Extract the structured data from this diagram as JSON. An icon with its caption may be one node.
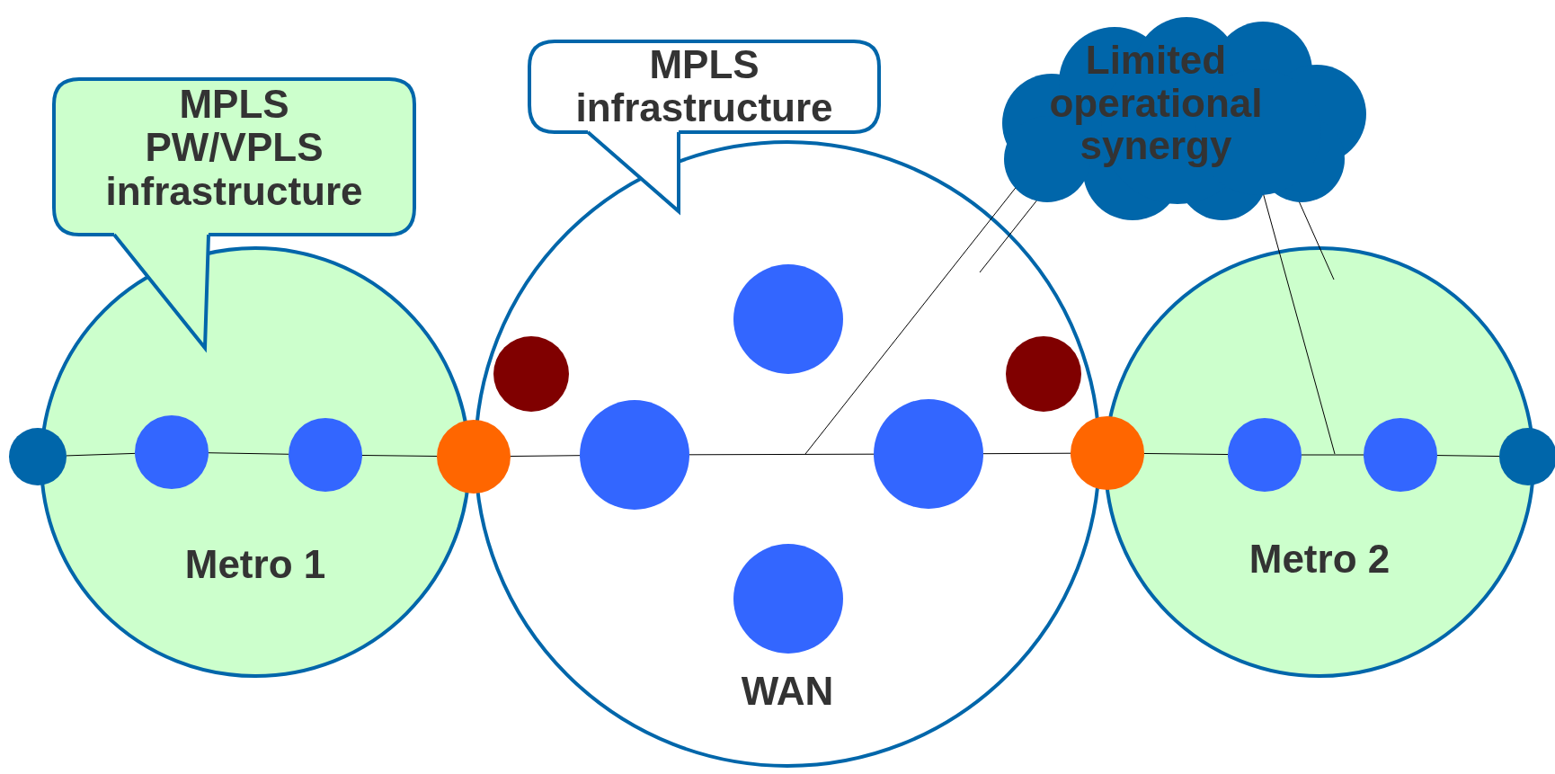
{
  "diagram": {
    "nodes": [
      {
        "text": [
          "MPLS PW/VPLS infrastructure"
        ]
      },
      {
        "text": [
          "MPLS infrastructure"
        ]
      },
      {
        "text": [
          "Limited operational synergy"
        ]
      },
      {
        "text": [
          "Metro 1"
        ]
      },
      {
        "text": [
          "WAN"
        ]
      },
      {
        "text": [
          "Metro 2"
        ]
      },
      {
        "text": [],
        "shape": "circle"
      },
      {
        "text": [],
        "shape": "circle",
        "in": 3
      },
      {
        "text": [],
        "shape": "circle",
        "in": 3
      },
      {
        "text": [],
        "shape": "circle"
      },
      {
        "text": [],
        "shape": "circle",
        "in": 4
      },
      {
        "text": [],
        "shape": "circle",
        "in": 4
      },
      {
        "text": [],
        "shape": "circle",
        "in": 4
      },
      {
        "text": [],
        "shape": "circle",
        "in": 4
      },
      {
        "text": [],
        "shape": "circle",
        "in": 4
      },
      {
        "text": [],
        "shape": "circle",
        "in": 4
      },
      {
        "text": [],
        "shape": "circle"
      },
      {
        "text": [],
        "shape": "circle",
        "in": 5
      },
      {
        "text": [],
        "shape": "circle",
        "in": 5
      },
      {
        "text": [],
        "shape": "circle"
      }
    ],
    "edges": [
      {
        "from": 6,
        "to": 7,
        "arrow": "none"
      },
      {
        "from": 7,
        "to": 8,
        "arrow": "none"
      },
      {
        "from": 8,
        "to": 9,
        "arrow": "none"
      },
      {
        "from": 9,
        "to": 12,
        "arrow": "none"
      },
      {
        "from": 12,
        "to": 13,
        "arrow": "none"
      },
      {
        "from": 13,
        "to": 16,
        "arrow": "none"
      },
      {
        "from": 16,
        "to": 17,
        "arrow": "none"
      },
      {
        "from": 17,
        "to": 18,
        "arrow": "none"
      },
      {
        "from": 18,
        "to": 19,
        "arrow": "none"
      },
      {
        "from": 2,
        "to": null,
        "arrow": "none"
      },
      {
        "from": 2,
        "to": null,
        "arrow": "none"
      },
      {
        "from": 2,
        "to": null,
        "arrow": "none"
      },
      {
        "from": 2,
        "to": null,
        "arrow": "none"
      }
    ]
  }
}
